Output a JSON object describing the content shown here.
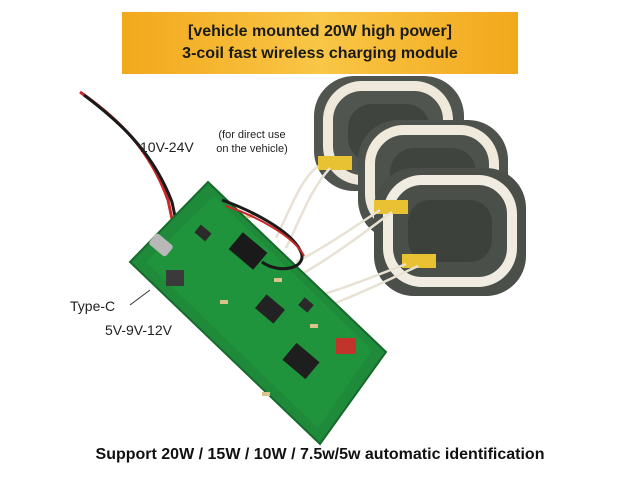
{
  "banner": {
    "line1": "[vehicle mounted 20W high power]",
    "line2": "3-coil fast wireless charging module"
  },
  "labels": {
    "input_voltage": "10V-24V",
    "note_line1": "(for direct use",
    "note_line2": "on the vehicle)",
    "port": "Type-C",
    "port_voltage": "5V-9V-12V"
  },
  "footer": "Support 20W / 15W / 10W / 7.5w/5w automatic identification",
  "colors": {
    "banner": "#f5b731",
    "pcb": "#1f8a3a",
    "coil_pad": "#4a4f4a",
    "coil_wire": "#f1ece2",
    "tape": "#e9c233"
  }
}
